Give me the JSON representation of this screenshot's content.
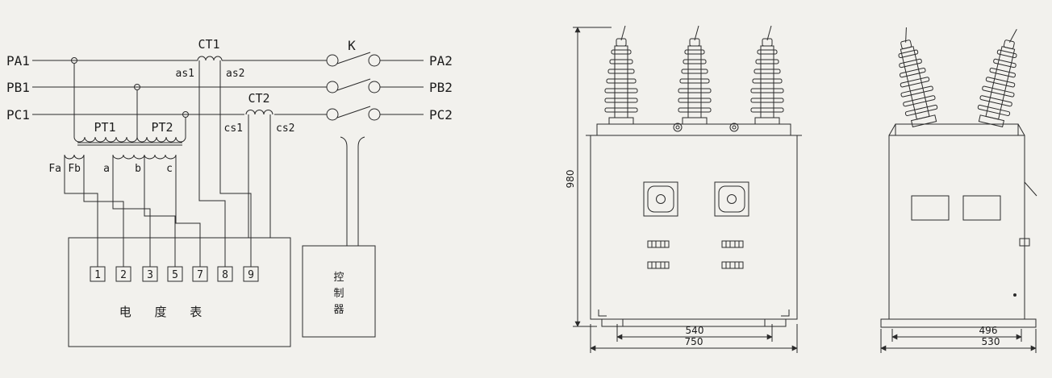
{
  "schematic": {
    "phase_in": [
      "PA1",
      "PB1",
      "PC1"
    ],
    "phase_out": [
      "PA2",
      "PB2",
      "PC2"
    ],
    "ct1_label": "CT1",
    "ct2_label": "CT2",
    "switch_label": "K",
    "ct1_terminals": [
      "as1",
      "as2"
    ],
    "ct2_terminals": [
      "cs1",
      "cs2"
    ],
    "pt1_label": "PT1",
    "pt2_label": "PT2",
    "pt_secondary_terminals": [
      "Fa",
      "Fb",
      "a",
      "b",
      "c"
    ],
    "meter": {
      "terminals": [
        "1",
        "2",
        "3",
        "5",
        "7",
        "8",
        "9"
      ],
      "label": "电 度 表"
    },
    "controller": {
      "chars": [
        "控",
        "制",
        "器"
      ]
    }
  },
  "front_view": {
    "dim_height": "980",
    "dim_width_inner": "540",
    "dim_width_outer": "750"
  },
  "side_view": {
    "dim_width_inner": "496",
    "dim_width_outer": "530"
  }
}
